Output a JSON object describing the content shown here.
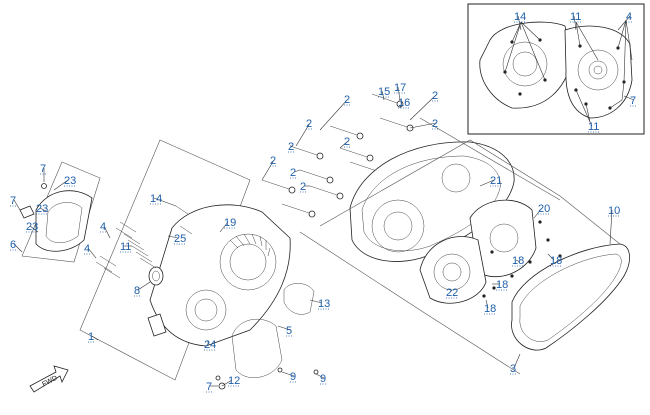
{
  "diagram": {
    "callouts": [
      {
        "text": "1",
        "name": "callout-1"
      },
      {
        "text": "2",
        "name": "callout-2"
      },
      {
        "text": "3",
        "name": "callout-3"
      },
      {
        "text": "4",
        "name": "callout-4"
      },
      {
        "text": "5",
        "name": "callout-5"
      },
      {
        "text": "6",
        "name": "callout-6"
      },
      {
        "text": "7",
        "name": "callout-7"
      },
      {
        "text": "8",
        "name": "callout-8"
      },
      {
        "text": "9",
        "name": "callout-9"
      },
      {
        "text": "10",
        "name": "callout-10"
      },
      {
        "text": "11",
        "name": "callout-11"
      },
      {
        "text": "12",
        "name": "callout-12"
      },
      {
        "text": "13",
        "name": "callout-13"
      },
      {
        "text": "14",
        "name": "callout-14"
      },
      {
        "text": "15",
        "name": "callout-15"
      },
      {
        "text": "16",
        "name": "callout-16"
      },
      {
        "text": "17",
        "name": "callout-17"
      },
      {
        "text": "18",
        "name": "callout-18"
      },
      {
        "text": "19",
        "name": "callout-19"
      },
      {
        "text": "20",
        "name": "callout-20"
      },
      {
        "text": "21",
        "name": "callout-21"
      },
      {
        "text": "22",
        "name": "callout-22"
      },
      {
        "text": "23",
        "name": "callout-23"
      },
      {
        "text": "24",
        "name": "callout-24"
      },
      {
        "text": "25",
        "name": "callout-25"
      }
    ],
    "fwd_label": "FWD"
  }
}
